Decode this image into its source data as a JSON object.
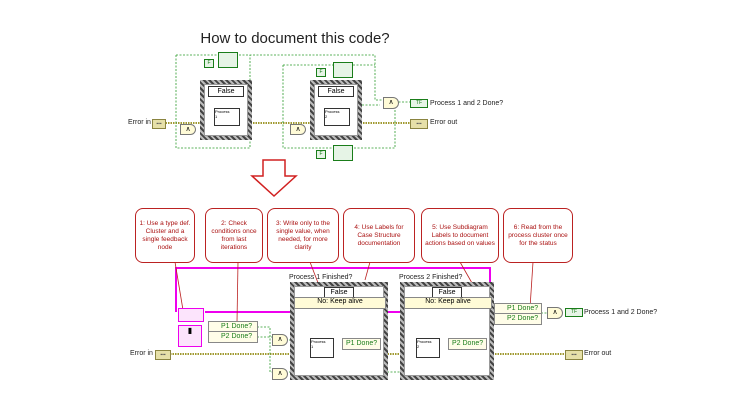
{
  "title": "How to document this code?",
  "arrow_icon": "down-arrow-outline",
  "colors": {
    "error_wire": "#a09a30",
    "bool_wire": "#1a7d1a",
    "cluster_wire": "#ee00ee",
    "callout_border": "#b22222",
    "callout_text": "#aa1111"
  },
  "before": {
    "error_in_label": "Error in",
    "error_out_label": "Error out",
    "output_label": "Process 1 and 2 Done?",
    "case1_selector": "False",
    "case2_selector": "False",
    "subvi1_label": "Process",
    "subvi1_num": "1",
    "subvi2_label": "Process",
    "subvi2_num": "2",
    "false_const": "F",
    "and_symbol": "∧",
    "error_glyph": "▪▪▪",
    "bool_glyph": "TF"
  },
  "after": {
    "callouts": [
      "1: Use a type def. Cluster and a single feedback node",
      "2: Check conditions once from last iterations",
      "3: Write only to the single value, when needed, for more clarity",
      "4: Use Labels for Case Structure documentation",
      "5: Use Subdiagram Labels to document actions based on values",
      "6: Read from the process cluster once for the status"
    ],
    "case1_label": "Process 1 Finished?",
    "case2_label": "Process 2 Finished?",
    "case1_selector": "False",
    "case2_selector": "False",
    "case1_subdiagram": "No: Keep alive",
    "case2_subdiagram": "No: Keep alive",
    "unbundle_items": [
      "P1 Done?",
      "P2 Done?"
    ],
    "bundle1_item": "P1 Done?",
    "bundle2_item": "P2 Done?",
    "read_items": [
      "P1 Done?",
      "P2 Done?"
    ],
    "error_in_label": "Error in",
    "error_out_label": "Error out",
    "output_label": "Process 1 and 2 Done?",
    "subvi1_label": "Process",
    "subvi1_num": "1",
    "subvi2_label": "Process",
    "subvi2_num": "2",
    "and_symbol": "∧"
  }
}
